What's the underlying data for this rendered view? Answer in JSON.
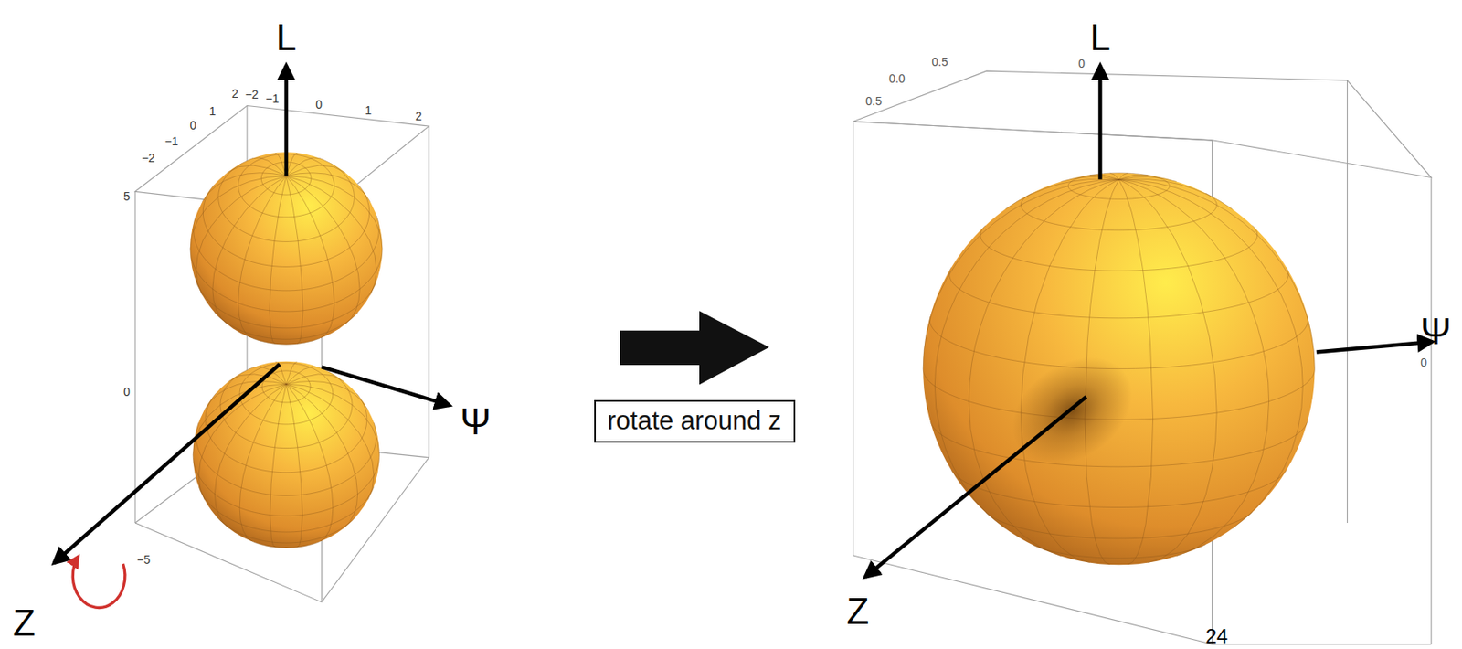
{
  "diagram": {
    "nodes": [
      {
        "text": [
          "rotate around z"
        ]
      }
    ],
    "labels": [
      "L",
      "Ψ",
      "Z",
      "L",
      "Ψ",
      "Z",
      "2",
      "−2",
      "−1",
      "0",
      "1",
      "2",
      "1",
      "0",
      "−1",
      "−2",
      "5",
      "0",
      "−5",
      "0.5",
      "0.0",
      "0.5",
      "0",
      "0",
      "24"
    ]
  }
}
